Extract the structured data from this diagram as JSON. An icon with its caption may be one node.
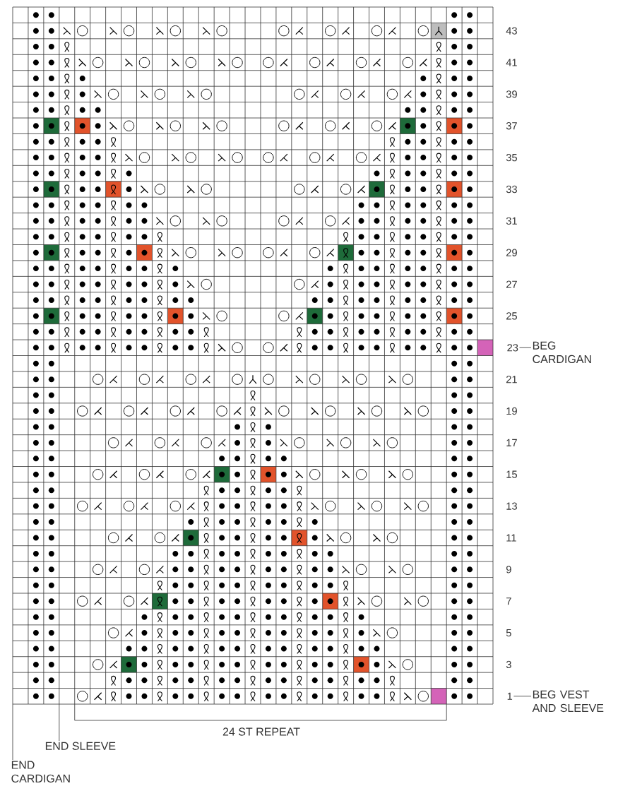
{
  "diagram": {
    "nodes": [
      {
        "text": [
          "23"
        ]
      },
      {
        "text": [
          "BEG CARDIGAN"
        ]
      },
      {
        "text": [
          "1"
        ]
      },
      {
        "text": [
          "BEG VEST AND SLEEVE"
        ]
      },
      {
        "text": [
          "END SLEEVE"
        ]
      },
      {
        "text": [
          "END CARDIGAN"
        ]
      }
    ],
    "edges": [
      {
        "from": 1,
        "to": 0,
        "arrow": "none"
      },
      {
        "from": 3,
        "to": 2,
        "arrow": "none"
      },
      {
        "from": 4,
        "to": null,
        "arrow": "none"
      },
      {
        "from": 5,
        "to": null,
        "arrow": "none"
      }
    ],
    "labels": [
      "43",
      "41",
      "39",
      "37",
      "35",
      "33",
      "31",
      "29",
      "27",
      "25",
      "21",
      "19",
      "17",
      "15",
      "13",
      "11",
      "9",
      "7",
      "5",
      "3",
      "24 ST REPEAT"
    ]
  }
}
